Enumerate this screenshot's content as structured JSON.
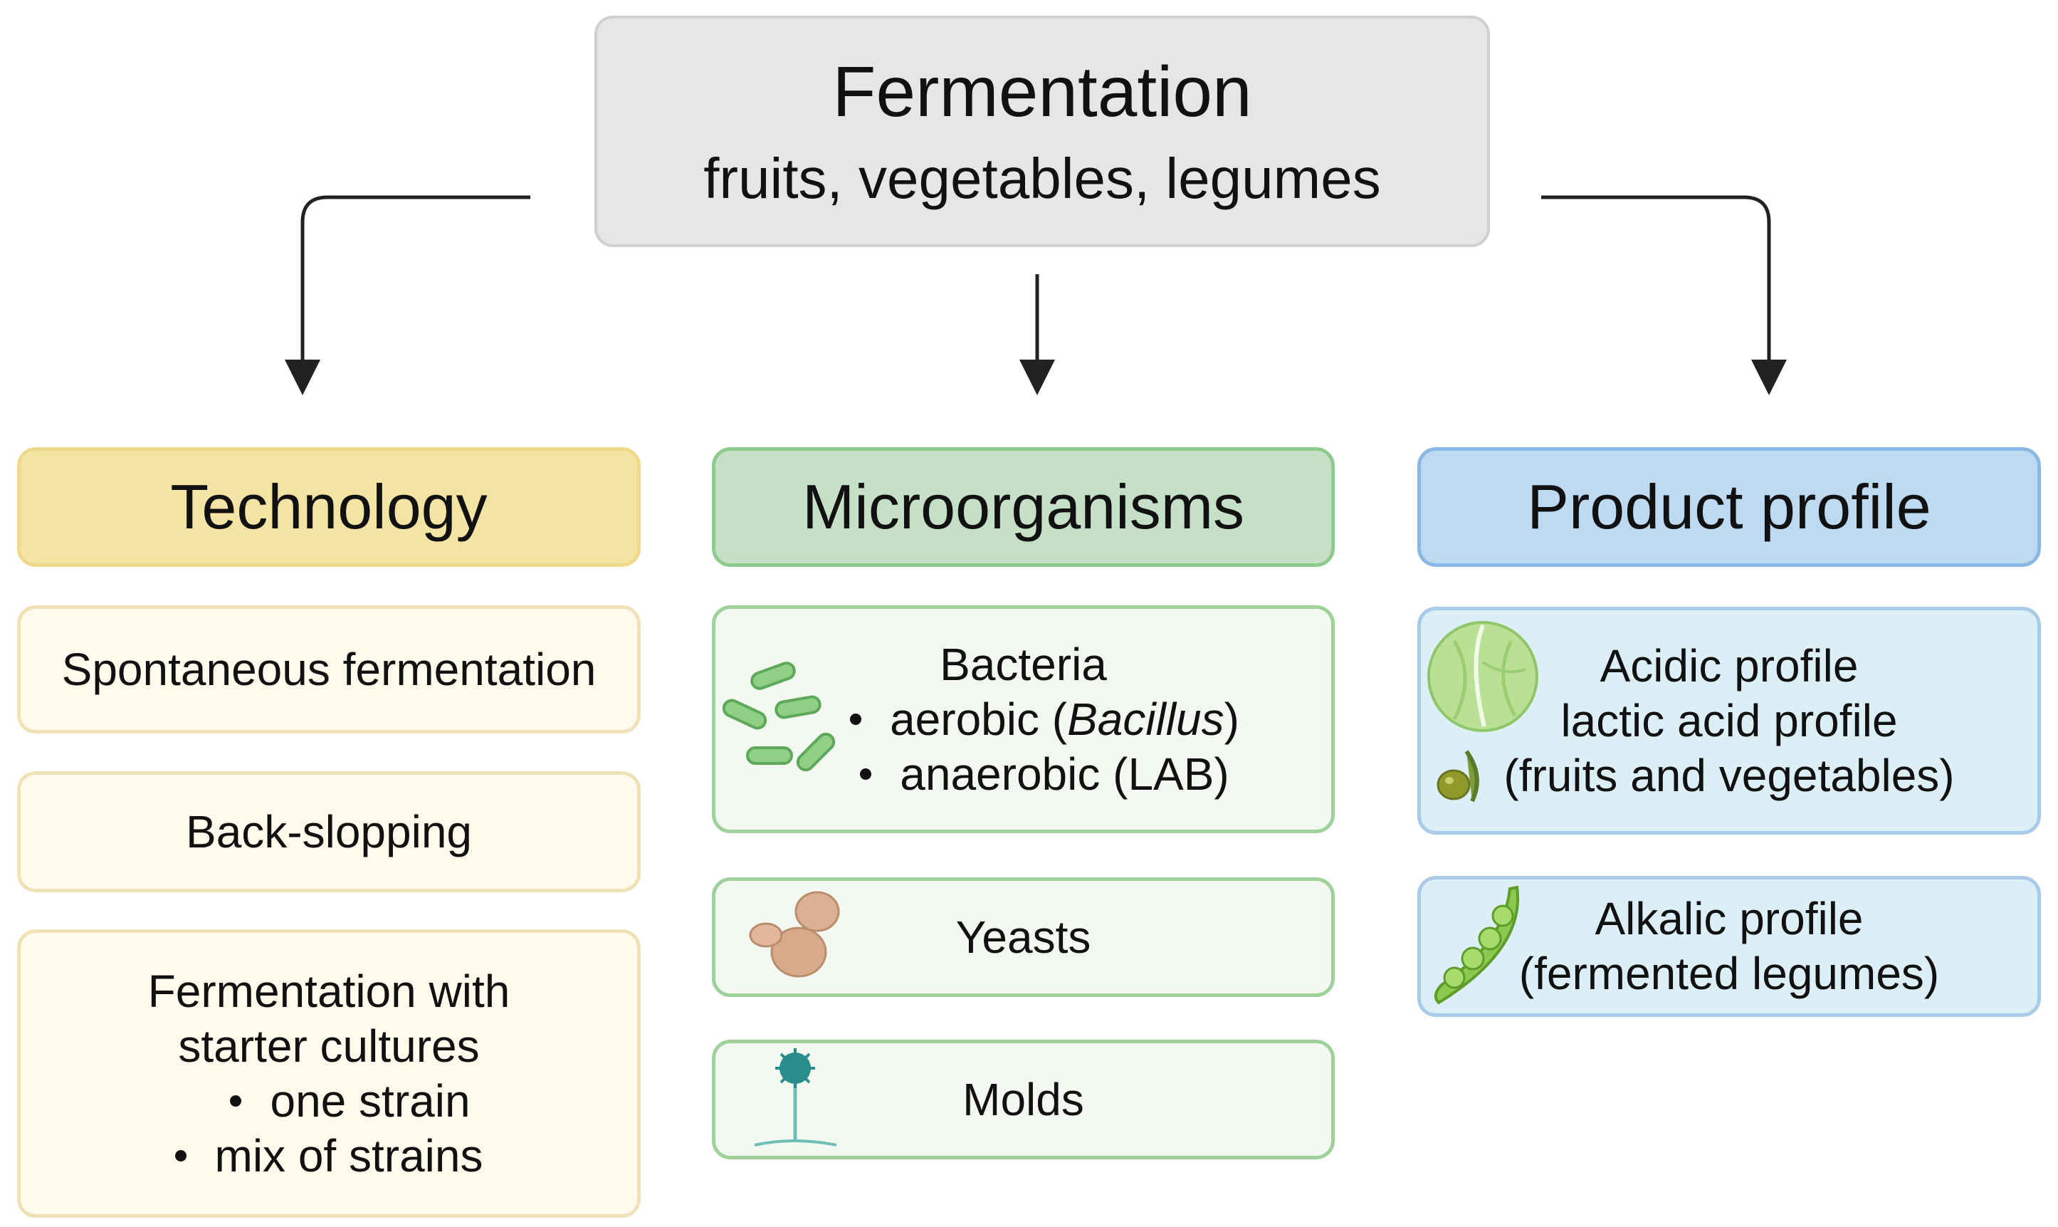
{
  "root": {
    "title": "Fermentation",
    "subtitle": "fruits, vegetables, legumes"
  },
  "columns": {
    "technology": {
      "header": "Technology",
      "items": [
        {
          "text": "Spontaneous fermentation"
        },
        {
          "text": "Back-slopping"
        },
        {
          "line1": "Fermentation with",
          "line2": "starter cultures",
          "bullets": [
            "one strain",
            "mix of strains"
          ]
        }
      ]
    },
    "microorganisms": {
      "header": "Microorganisms",
      "bacteria": {
        "title": "Bacteria",
        "aerobic_prefix": "aerobic (",
        "aerobic_genus": "Bacillus",
        "aerobic_suffix": ")",
        "anaerobic": "anaerobic (LAB)"
      },
      "yeasts": "Yeasts",
      "molds": "Molds"
    },
    "product_profile": {
      "header": "Product profile",
      "acidic": {
        "line1": "Acidic profile",
        "line2": "lactic acid profile",
        "line3": "(fruits and vegetables)"
      },
      "alkalic": {
        "line1": "Alkalic profile",
        "line2": "(fermented legumes)"
      }
    }
  },
  "colors": {
    "technology": "#f3e4a4",
    "microorganisms": "#c6e0c8",
    "product_profile": "#bedaf3",
    "root": "#e6e6e6"
  },
  "icons": [
    "bacteria-icon",
    "yeast-icon",
    "mold-icon",
    "cabbage-icon",
    "olive-icon",
    "pea-pod-icon"
  ]
}
